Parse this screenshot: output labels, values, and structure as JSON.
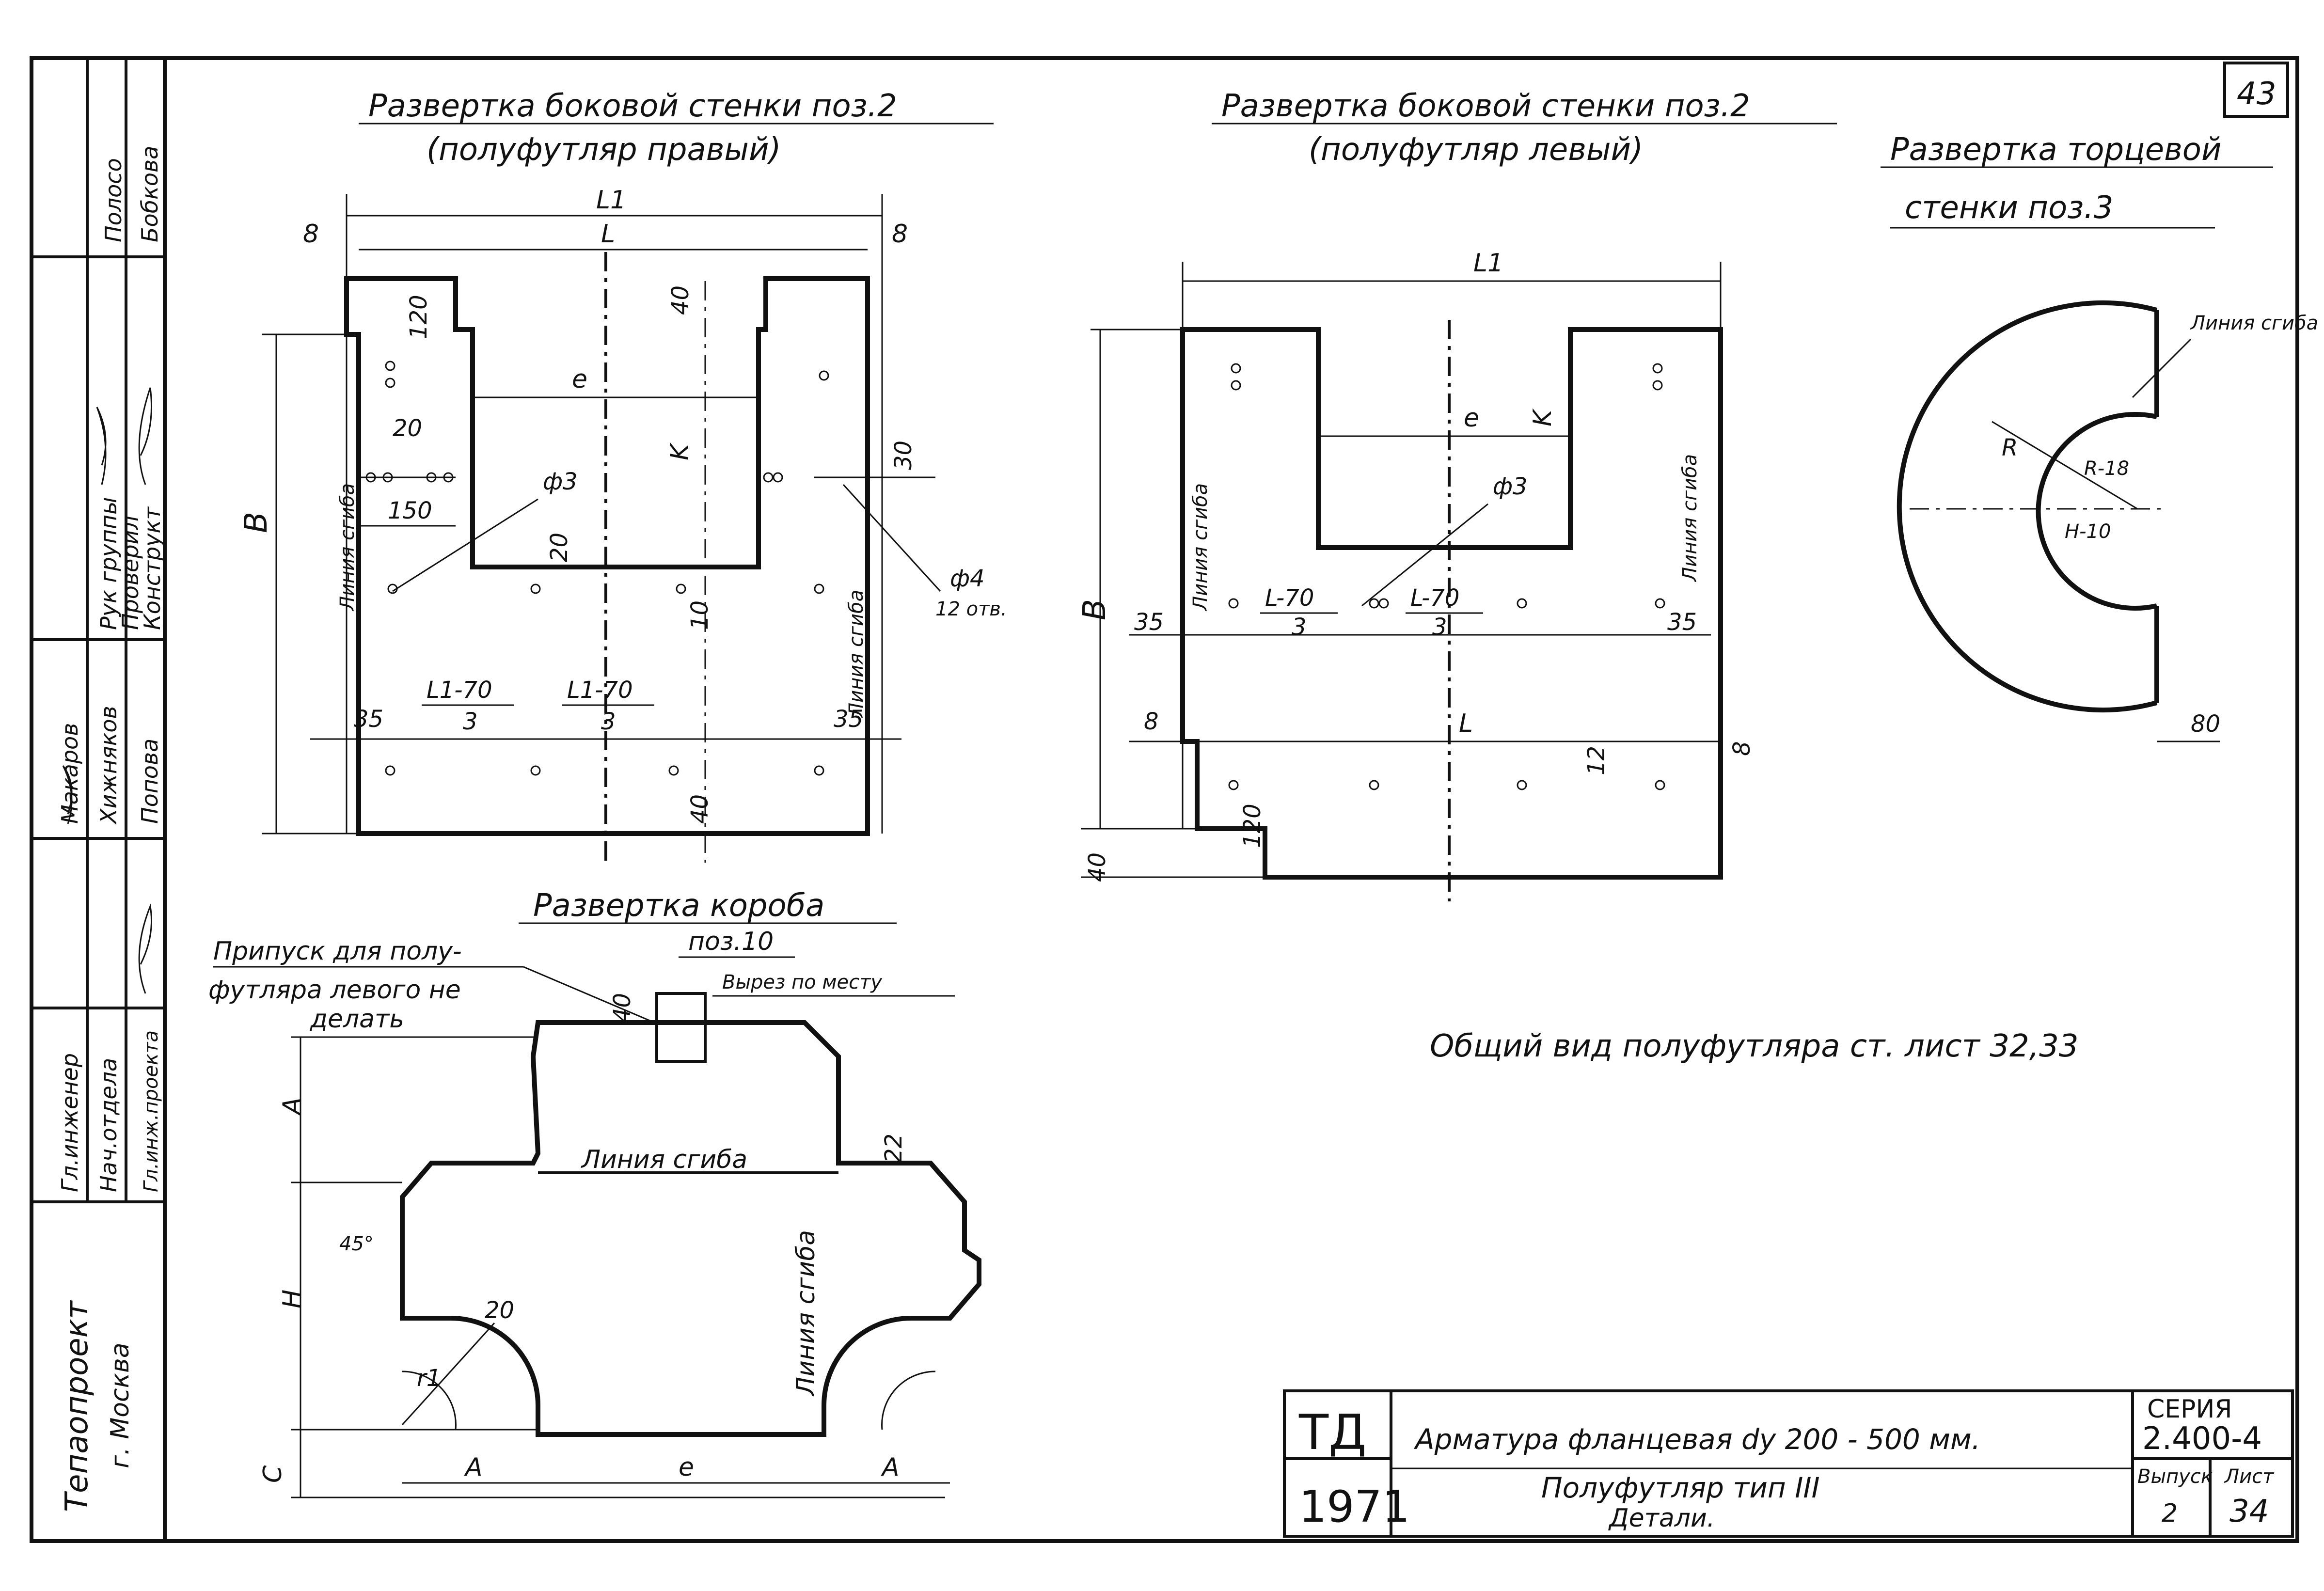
{
  "sheet_number": "43",
  "left_strip": {
    "roles": [
      "Гл.инженер",
      "Нач.отдела",
      "Гл.инж.проекта"
    ],
    "roles2": [
      "Рук группы",
      "Проверил",
      "Конструкт"
    ],
    "names": [
      "Макаров",
      "Хижняков",
      "Попова"
    ],
    "names2": [
      "Полосо",
      "Бобкова"
    ],
    "org": "Тепаопроект",
    "city": "г. Москва"
  },
  "view1": {
    "title": "Развертка боковой стенки поз.2",
    "subtitle": "(полуфутляр правый)",
    "dims": {
      "L1": "L1",
      "L": "L",
      "eight_left": "8",
      "eight_right": "8",
      "d120": "120",
      "d40": "40",
      "d20a": "20",
      "d150": "150",
      "d20b": "20",
      "d30": "30",
      "d10": "10",
      "d35a": "35",
      "d35b": "35",
      "d40b": "40",
      "B": "B",
      "K": "K",
      "e": "e",
      "phi3": "ф3",
      "phi4": "ф4",
      "holes": "12 отв.",
      "frac1_num": "L1-70",
      "frac1_den": "3",
      "frac2_num": "L1-70",
      "frac2_den": "3",
      "bend_left": "Линия сгиба",
      "bend_right": "Линия сгиба"
    }
  },
  "view2": {
    "title": "Развертка боковой стенки поз.2",
    "subtitle": "(полуфутляр левый)",
    "dims": {
      "L1": "L1",
      "L": "L",
      "B": "B",
      "e": "e",
      "K": "K",
      "phi3": "ф3",
      "d35a": "35",
      "d35b": "35",
      "d8a": "8",
      "d8b": "8",
      "d12": "12",
      "d120": "120",
      "d40": "40",
      "frac1_num": "L-70",
      "frac1_den": "3",
      "frac2_num": "L-70",
      "frac2_den": "3",
      "bend_left": "Линия сгиба",
      "bend_right": "Линия сгиба"
    }
  },
  "view3": {
    "title1": "Развертка торцевой",
    "title2": "стенки   поз.3",
    "bend": "Линия сгиба",
    "dims": {
      "R": "R",
      "R18": "R-18",
      "H10": "H-10",
      "d80": "80"
    }
  },
  "view4": {
    "title": "Развертка короба",
    "pos": "поз.10",
    "cut": "Вырез по месту",
    "allowance": [
      "Припуск для полу-",
      "футляра левого не",
      "делать"
    ],
    "bend1": "Линия сгиба",
    "bend2": "Линия сгиба",
    "dims": {
      "A_top": "A",
      "H": "H",
      "C": "C",
      "A_left": "A",
      "e": "e",
      "A_right": "A",
      "d40": "40",
      "d20": "20",
      "d22": "22",
      "d45": "45°",
      "r1": "r1"
    }
  },
  "note": "Общий вид полуфутляра ст. лист 32,33",
  "stamp": {
    "code": "ТД",
    "year": "1971",
    "title": "Арматура фланцевая dy 200 - 500 мм.",
    "subtitle1": "Полуфутляр тип III",
    "subtitle2": "Детали.",
    "series_label": "СЕРИЯ",
    "series": "2.400-4",
    "issue_label": "Выпуск",
    "issue": "2",
    "sheet_label": "Лист",
    "sheet": "34"
  }
}
